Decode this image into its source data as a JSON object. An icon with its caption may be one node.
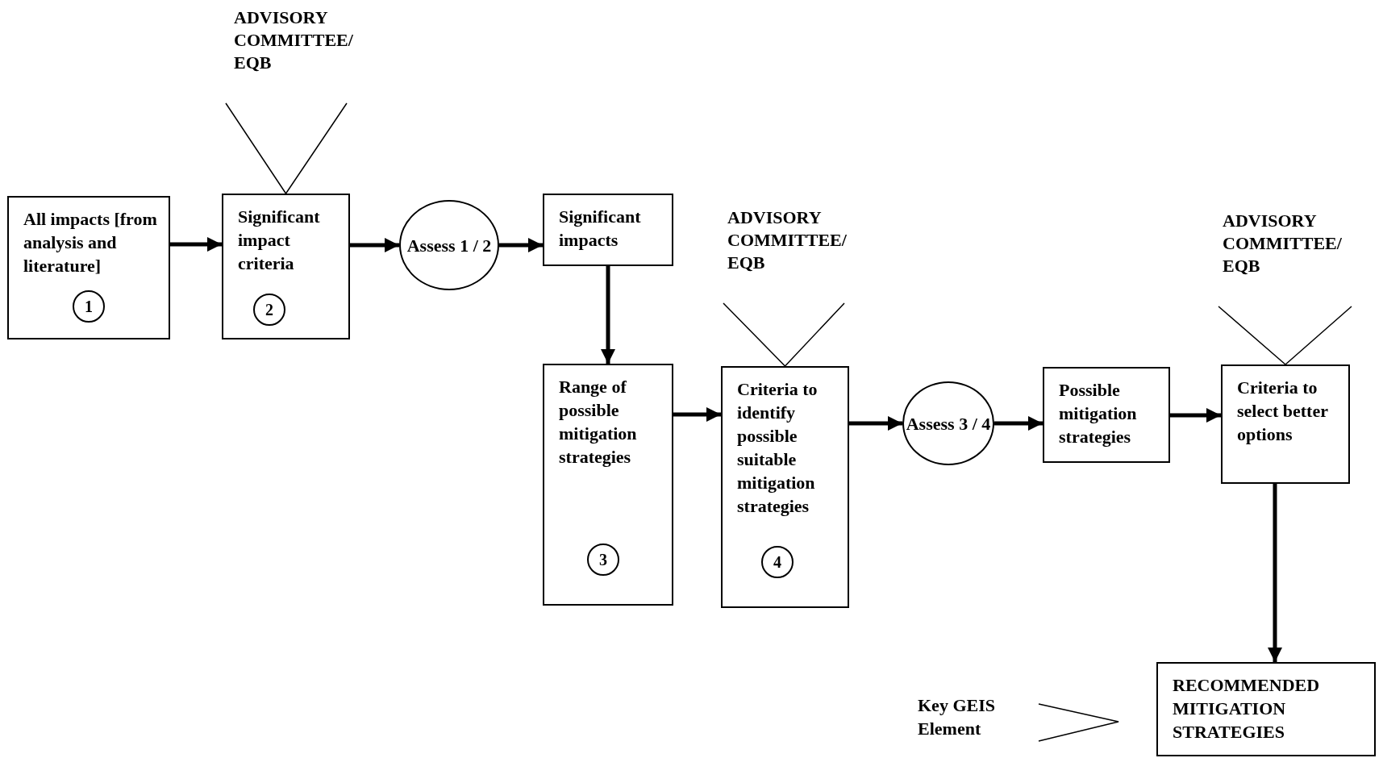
{
  "diagram": {
    "nodes": [
      {
        "text": [
          "All impacts [from analysis and literature]"
        ]
      },
      {
        "text": [
          "1"
        ],
        "in": 0
      },
      {
        "text": [
          "Significant impact criteria"
        ]
      },
      {
        "text": [
          "2"
        ],
        "in": 2
      },
      {
        "text": [
          "ADVISORY COMMITTEE/ EQB"
        ]
      },
      {
        "text": [
          "Assess 1 / 2"
        ]
      },
      {
        "text": [
          "Significant impacts"
        ]
      },
      {
        "text": [
          "Range of possible mitigation strategies"
        ]
      },
      {
        "text": [
          "3"
        ],
        "in": 7
      },
      {
        "text": [
          "Criteria to identify possible suitable mitigation strategies"
        ]
      },
      {
        "text": [
          "4"
        ],
        "in": 9
      },
      {
        "text": [
          "ADVISORY COMMITTEE/ EQB"
        ]
      },
      {
        "text": [
          "Assess 3 / 4"
        ]
      },
      {
        "text": [
          "Possible mitigation strategies"
        ]
      },
      {
        "text": [
          "Criteria to select better options"
        ]
      },
      {
        "text": [
          "ADVISORY COMMITTEE/ EQB"
        ]
      },
      {
        "text": [
          "RECOMMENDED MITIGATION STRATEGIES"
        ]
      }
    ],
    "edges": [
      {
        "from": 0,
        "to": 2,
        "arrow": "to"
      },
      {
        "from": 2,
        "to": 5,
        "arrow": "to"
      },
      {
        "from": 5,
        "to": 6,
        "arrow": "to"
      },
      {
        "from": 6,
        "to": 7,
        "arrow": "to"
      },
      {
        "from": 7,
        "to": 9,
        "arrow": "to"
      },
      {
        "from": 9,
        "to": 12,
        "arrow": "to"
      },
      {
        "from": 12,
        "to": 13,
        "arrow": "to"
      },
      {
        "from": 13,
        "to": 14,
        "arrow": "to"
      },
      {
        "from": 14,
        "to": 16,
        "arrow": "to"
      },
      {
        "from": 4,
        "to": 2,
        "arrow": "none"
      },
      {
        "from": 11,
        "to": 9,
        "arrow": "none"
      },
      {
        "from": 15,
        "to": 14,
        "arrow": "none"
      }
    ],
    "legend": [
      {
        "text": "Key GEIS Element"
      }
    ]
  }
}
